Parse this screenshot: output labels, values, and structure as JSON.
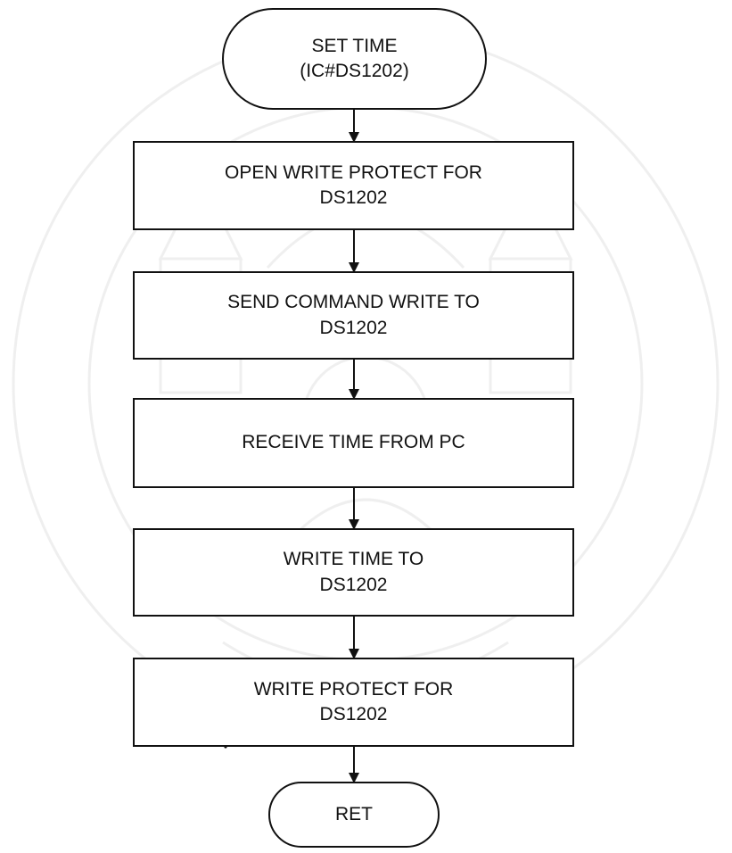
{
  "flowchart": {
    "start": {
      "lines": [
        "SET TIME",
        "(IC#DS1202)"
      ]
    },
    "steps": [
      {
        "lines": [
          "OPEN WRITE PROTECT FOR",
          "DS1202"
        ]
      },
      {
        "lines": [
          "SEND COMMAND WRITE TO",
          "DS1202"
        ]
      },
      {
        "lines": [
          "RECEIVE TIME FROM PC"
        ]
      },
      {
        "lines": [
          "WRITE TIME TO",
          "DS1202"
        ]
      },
      {
        "lines": [
          "WRITE PROTECT FOR",
          "DS1202"
        ]
      }
    ],
    "end": {
      "lines": [
        "RET"
      ]
    }
  },
  "colors": {
    "stroke": "#111111",
    "text": "#111111",
    "watermark": "#8a8a8a"
  }
}
